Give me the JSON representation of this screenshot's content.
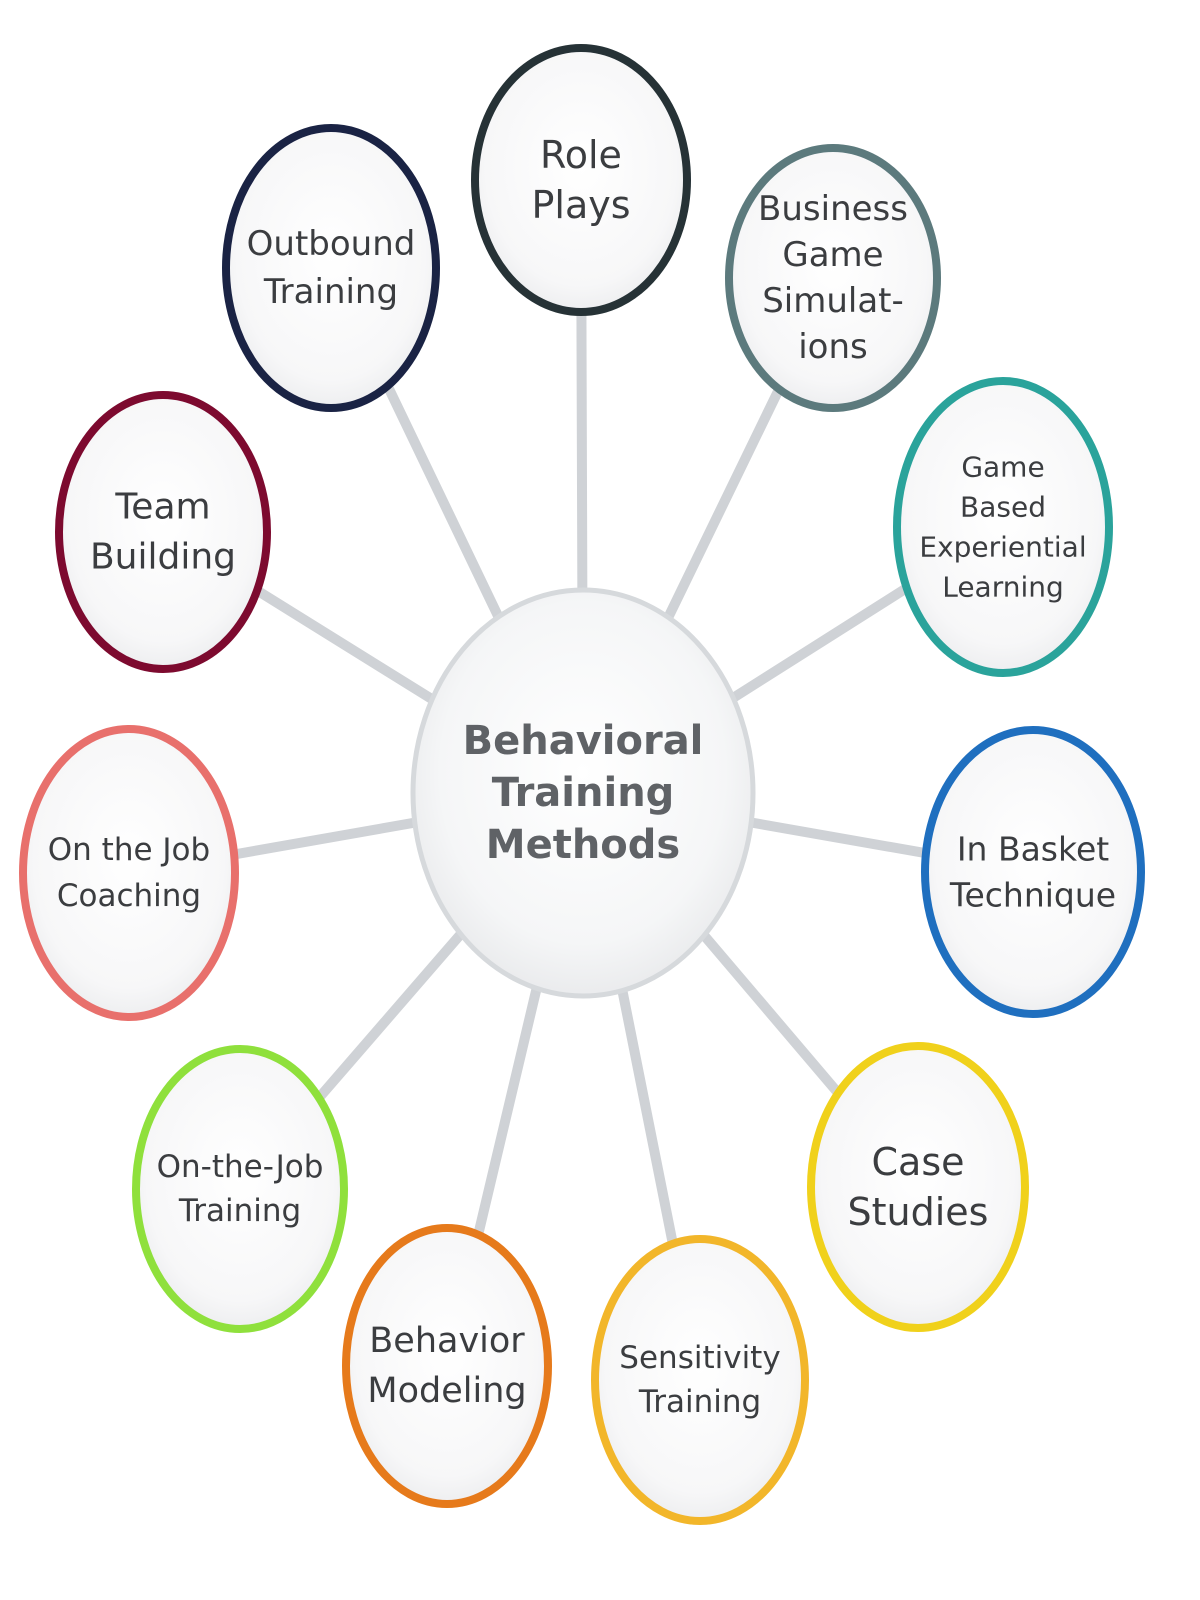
{
  "center": {
    "lines": [
      "Behavioral",
      "Training",
      "Methods"
    ]
  },
  "nodes": [
    {
      "id": "role-plays",
      "lines": [
        "Role",
        "Plays"
      ],
      "color": "#263236"
    },
    {
      "id": "business-game-simulations",
      "lines": [
        "Business",
        "Game",
        "Simulat-",
        "ions"
      ],
      "color": "#5c7a7d"
    },
    {
      "id": "game-based-experiential-learning",
      "lines": [
        "Game",
        "Based",
        "Experiential",
        "Learning"
      ],
      "color": "#2aa39b"
    },
    {
      "id": "in-basket-technique",
      "lines": [
        "In Basket",
        "Technique"
      ],
      "color": "#1f6fbf"
    },
    {
      "id": "case-studies",
      "lines": [
        "Case",
        "Studies"
      ],
      "color": "#f0d11b"
    },
    {
      "id": "sensitivity-training",
      "lines": [
        "Sensitivity",
        "Training"
      ],
      "color": "#f2b62a"
    },
    {
      "id": "behavior-modeling",
      "lines": [
        "Behavior",
        "Modeling"
      ],
      "color": "#e67a1b"
    },
    {
      "id": "on-the-job-training",
      "lines": [
        "On-the-Job",
        "Training"
      ],
      "color": "#8fe03c"
    },
    {
      "id": "on-the-job-coaching",
      "lines": [
        "On the Job",
        "Coaching"
      ],
      "color": "#e8706c"
    },
    {
      "id": "team-building",
      "lines": [
        "Team",
        "Building"
      ],
      "color": "#7d0a2f"
    },
    {
      "id": "outbound-training",
      "lines": [
        "Outbound",
        "Training"
      ],
      "color": "#1a2344"
    }
  ]
}
